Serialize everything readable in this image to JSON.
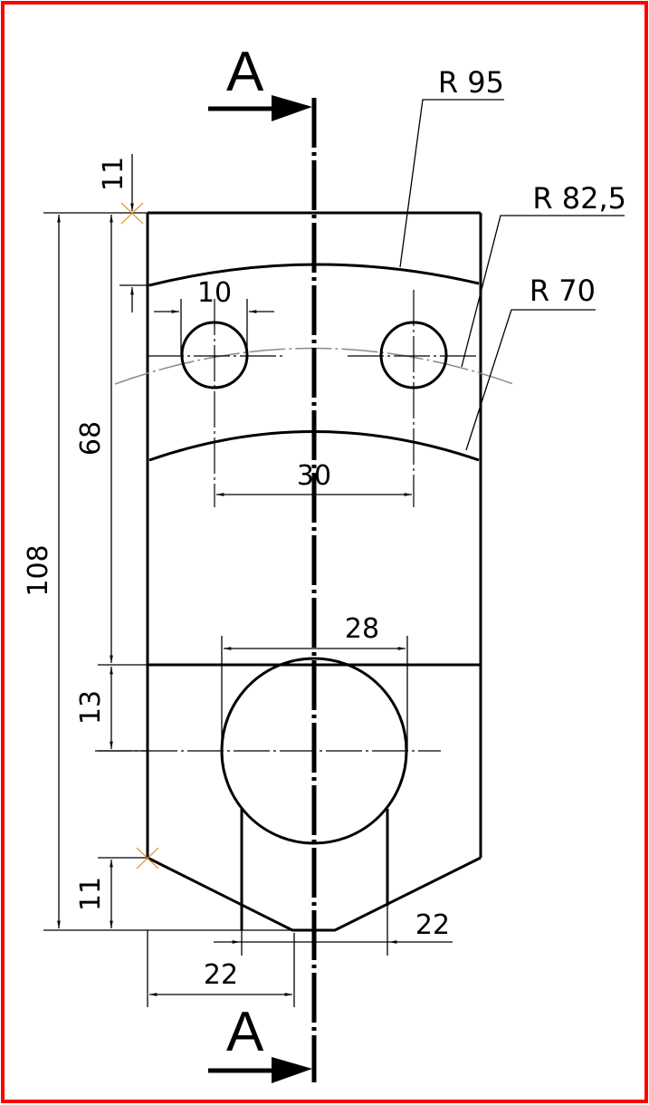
{
  "frame": {
    "border_color": "#ff0000"
  },
  "colors": {
    "line": "#000000",
    "construction": "#8a8a8a",
    "snap_marker": "#e08a1e"
  },
  "section_marks": {
    "top": "A",
    "bottom": "A"
  },
  "radii": {
    "outer": "R 95",
    "middle": "R 82,5",
    "inner": "R 70"
  },
  "dimensions": {
    "top_chamfer_offset": "11",
    "overall_height": "108",
    "upper_height": "68",
    "lower_offset": "13",
    "bottom_chamfer_height": "11",
    "small_hole_dia": "10",
    "hole_spacing": "30",
    "large_hole_dia": "28",
    "bottom_left_width": "22",
    "bottom_right_width": "22"
  }
}
